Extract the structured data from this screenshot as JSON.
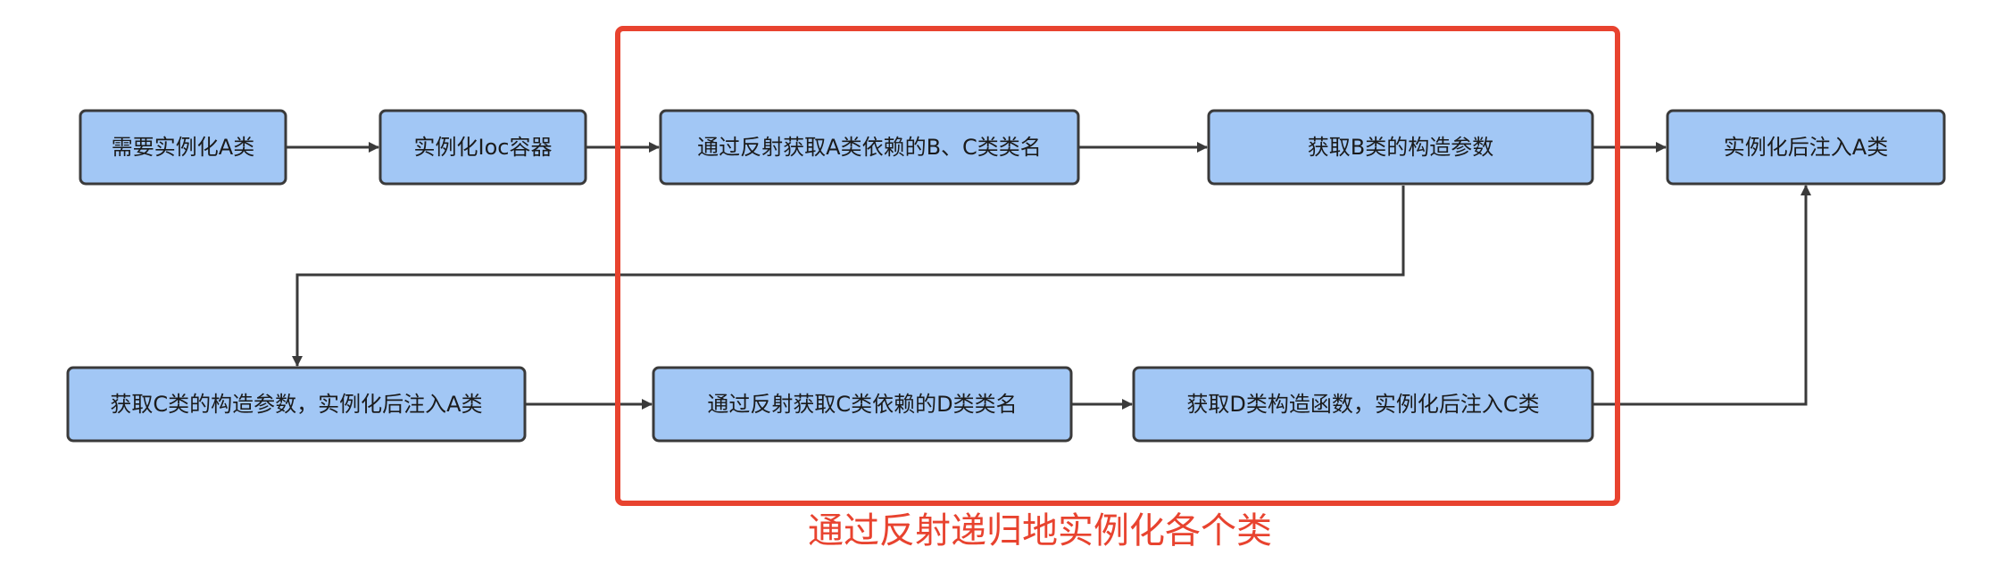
{
  "colors": {
    "node_fill": "#a2c7f5",
    "node_border": "#3a3a3a",
    "edge": "#3a3a3a",
    "highlight": "#e8432f"
  },
  "nodes": {
    "need_a": "需要实例化A类",
    "ioc": "实例化Ioc容器",
    "reflect_a": "通过反射获取A类依赖的B、C类类名",
    "b_params": "获取B类的构造参数",
    "inject_a": "实例化后注入A类",
    "c_params": "获取C类的构造参数，实例化后注入A类",
    "reflect_c": "通过反射获取C类依赖的D类类名",
    "d_ctor": "获取D类构造函数，实例化后注入C类"
  },
  "highlight": {
    "caption": "通过反射递归地实例化各个类"
  }
}
